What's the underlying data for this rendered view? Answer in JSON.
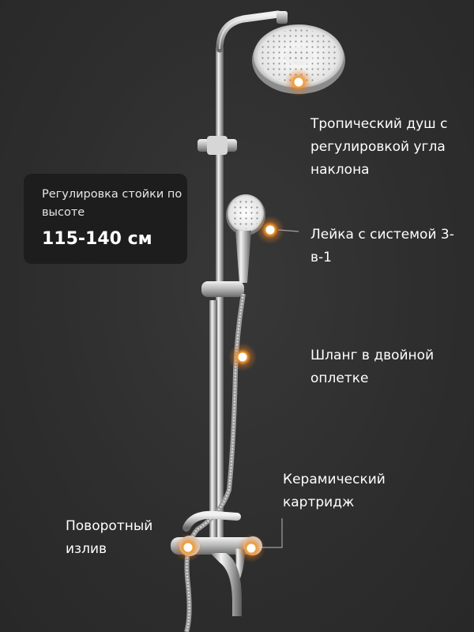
{
  "info": {
    "caption": "Регулировка стойки по высоте",
    "value": "115-140 см"
  },
  "callouts": {
    "rain_shower": "Тропический душ с регулировкой угла наклона",
    "hand_shower": "Лейка с системой 3-в-1",
    "hose": "Шланг в двойной оплетке",
    "cartridge": "Керамический картридж",
    "spout": "Поворотный излив"
  },
  "colors": {
    "background": "#2f2f2f",
    "info_box": "#1d1d1d",
    "accent_orange": "#f29b2a",
    "chrome": "#c8c8c8"
  }
}
